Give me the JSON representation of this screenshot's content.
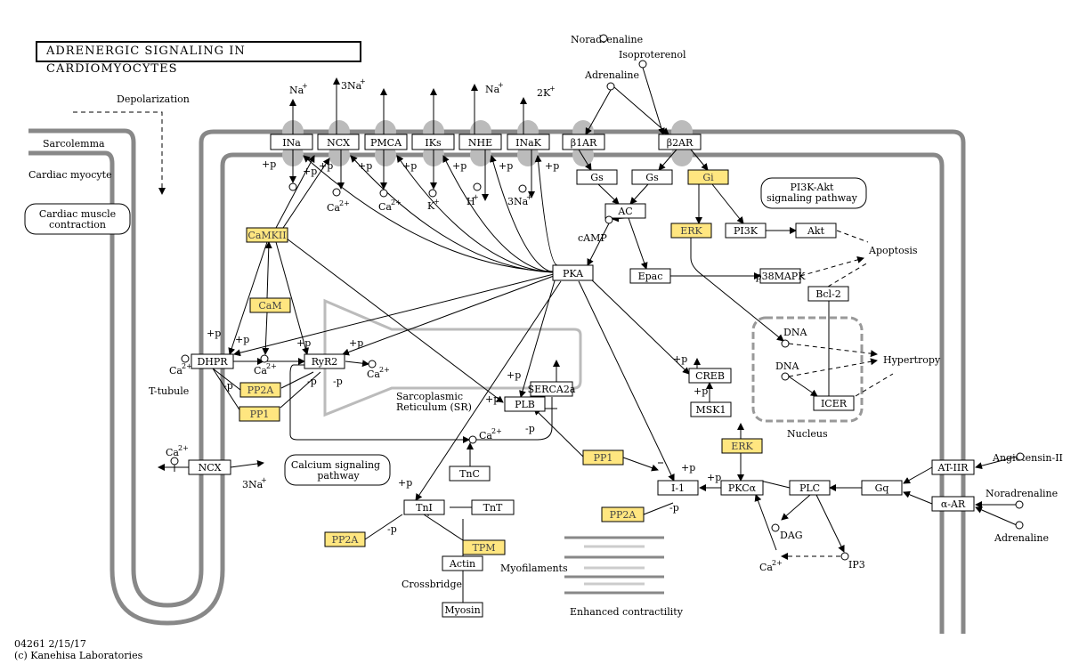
{
  "title": "ADRENERGIC SIGNALING IN CARDIOMYOCYTES",
  "footer": {
    "id": "04261 2/15/17",
    "copyright": "(c) Kanehisa Laboratories"
  },
  "colors": {
    "highlight": "#ffe680",
    "membrane": "#888888",
    "channel": "#bbbbbb"
  },
  "labels": {
    "depolarization": "Depolarization",
    "sarcolemma": "Sarcolemma",
    "cardiac_myocyte": "Cardiac myocyte",
    "cardiac_muscle_contraction": [
      "Cardiac muscle",
      "contraction"
    ],
    "t_tubule": "T-tubule",
    "sr": [
      "Sarcoplasmic",
      "Reticulum (SR)"
    ],
    "calcium_pathway": [
      "Calcium signaling",
      "pathway"
    ],
    "pi3k_pathway": [
      "PI3K-Akt",
      "signaling pathway"
    ],
    "apoptosis": "Apoptosis",
    "hypertropy": "Hypertropy",
    "nucleus": "Nucleus",
    "myofilaments": "Myofilaments",
    "enhanced": "Enhanced contractility",
    "crossbridge": "Crossbridge",
    "camp": "cAMP",
    "dna1": "DNA",
    "dna2": "DNA",
    "dag": "DAG",
    "ip3": "IP3",
    "noradrenaline_top": "Noradrenaline",
    "isoproterenol": "Isoproterenol",
    "adrenaline_top": "Adrenaline",
    "angiotensin": "Angiotensin-II",
    "noradrenaline_r": "Noradrenaline",
    "adrenaline_r": "Adrenaline"
  },
  "genes": [
    {
      "id": "Ina",
      "label": "INa",
      "hl": false
    },
    {
      "id": "NCX_top",
      "label": "NCX",
      "hl": false
    },
    {
      "id": "PMCA",
      "label": "PMCA",
      "hl": false
    },
    {
      "id": "Iks",
      "label": "IKs",
      "hl": false
    },
    {
      "id": "NHE",
      "label": "NHE",
      "hl": false
    },
    {
      "id": "InaK",
      "label": "INaK",
      "hl": false
    },
    {
      "id": "b1AR",
      "label": "β1AR",
      "hl": false
    },
    {
      "id": "b2AR",
      "label": "β2AR",
      "hl": false
    },
    {
      "id": "Gs1",
      "label": "Gs",
      "hl": false
    },
    {
      "id": "Gs2",
      "label": "Gs",
      "hl": false
    },
    {
      "id": "Gi",
      "label": "Gi",
      "hl": true
    },
    {
      "id": "AC",
      "label": "AC",
      "hl": false
    },
    {
      "id": "ERK1",
      "label": "ERK",
      "hl": true
    },
    {
      "id": "PI3K",
      "label": "PI3K",
      "hl": false
    },
    {
      "id": "Akt",
      "label": "Akt",
      "hl": false
    },
    {
      "id": "PKA",
      "label": "PKA",
      "hl": false
    },
    {
      "id": "Epac",
      "label": "Epac",
      "hl": false
    },
    {
      "id": "p38",
      "label": "p38MAPK",
      "hl": false
    },
    {
      "id": "Bcl2",
      "label": "Bcl-2",
      "hl": false
    },
    {
      "id": "CaMKII",
      "label": "CaMKII",
      "hl": true
    },
    {
      "id": "CaM",
      "label": "CaM",
      "hl": true
    },
    {
      "id": "DHPR",
      "label": "DHPR",
      "hl": false
    },
    {
      "id": "RyR2",
      "label": "RyR2",
      "hl": false
    },
    {
      "id": "PP2A1",
      "label": "PP2A",
      "hl": true
    },
    {
      "id": "PP1a",
      "label": "PP1",
      "hl": true
    },
    {
      "id": "SERCA2a",
      "label": "SERCA2a",
      "hl": false
    },
    {
      "id": "PLB",
      "label": "PLB",
      "hl": false
    },
    {
      "id": "CREB",
      "label": "CREB",
      "hl": false
    },
    {
      "id": "MSK1",
      "label": "MSK1",
      "hl": false
    },
    {
      "id": "ICER",
      "label": "ICER",
      "hl": false
    },
    {
      "id": "ERK2",
      "label": "ERK",
      "hl": true
    },
    {
      "id": "PP1b",
      "label": "PP1",
      "hl": true
    },
    {
      "id": "I1",
      "label": "I-1",
      "hl": false
    },
    {
      "id": "PKCa",
      "label": "PKCα",
      "hl": false
    },
    {
      "id": "PLC",
      "label": "PLC",
      "hl": false
    },
    {
      "id": "Gq",
      "label": "Gq",
      "hl": false
    },
    {
      "id": "AT1R",
      "label": "AT-IIR",
      "hl": false
    },
    {
      "id": "aAR",
      "label": "α-AR",
      "hl": false
    },
    {
      "id": "NCX_low",
      "label": "NCX",
      "hl": false
    },
    {
      "id": "TnC",
      "label": "TnC",
      "hl": false
    },
    {
      "id": "TnI",
      "label": "TnI",
      "hl": false
    },
    {
      "id": "TnT",
      "label": "TnT",
      "hl": false
    },
    {
      "id": "PP2A2",
      "label": "PP2A",
      "hl": true
    },
    {
      "id": "TPM",
      "label": "TPM",
      "hl": true
    },
    {
      "id": "Actin",
      "label": "Actin",
      "hl": false
    },
    {
      "id": "Myosin",
      "label": "Myosin",
      "hl": false
    },
    {
      "id": "PP2A3",
      "label": "PP2A",
      "hl": true
    }
  ],
  "ions": {
    "na1": "Na",
    "na1_sup": "+",
    "na3": "3Na",
    "na3_sup": "+",
    "na_nhe": "Na",
    "na_nhe_sup": "+",
    "k2": "2K",
    "k2_sup": "+",
    "ca_ncx": "Ca",
    "ca_ncx_sup": "2+",
    "ca_pmca": "Ca",
    "ca_pmca_sup": "2+",
    "k_iks": "K",
    "k_iks_sup": "+",
    "h_nhe": "H",
    "h_nhe_sup": "+",
    "na3_inak": "3Na",
    "na3_inak_sup": "+",
    "ca_dhpr": "Ca",
    "ca_dhpr_sup": "2+",
    "ca_mid": "Ca",
    "ca_mid_sup": "2+",
    "ca_ryr": "Ca",
    "ca_ryr_sup": "2+",
    "ca_tnc": "Ca",
    "ca_tnc_sup": "2+",
    "ca_ncx_low": "Ca",
    "ca_ncx_low_sup": "2+",
    "na_ncx_low": "3Na",
    "na_ncx_low_sup": "+",
    "ca_dag": "Ca",
    "ca_dag_sup": "2+"
  },
  "mods": {
    "p": "+p",
    "m": "-p"
  }
}
